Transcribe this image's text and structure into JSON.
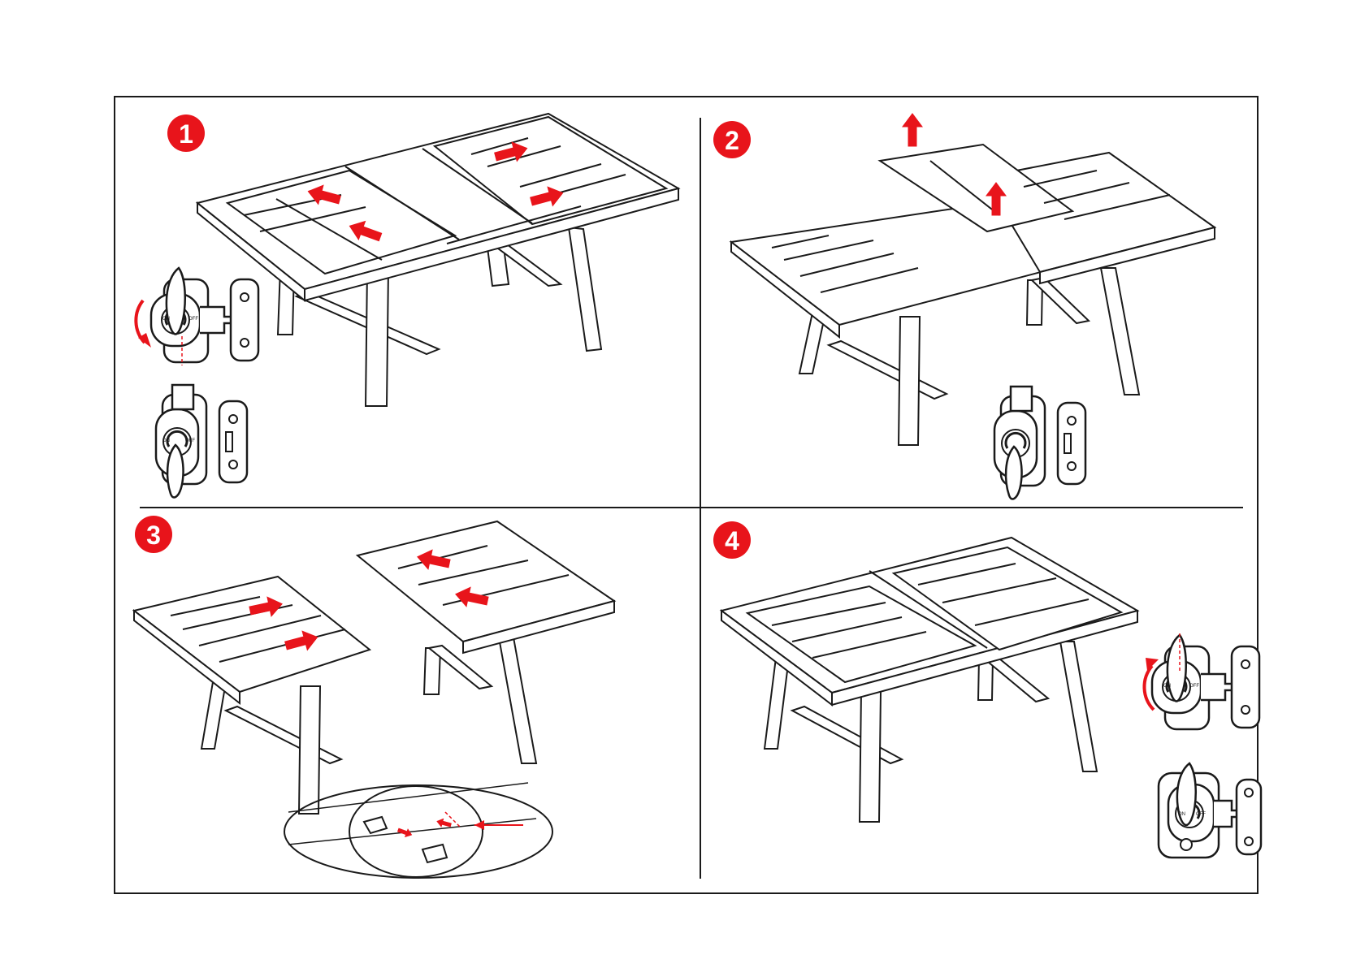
{
  "colors": {
    "accent": "#e8141b",
    "line": "#1a1a1a",
    "background": "#ffffff"
  },
  "steps": [
    {
      "number": "1"
    },
    {
      "number": "2"
    },
    {
      "number": "3"
    },
    {
      "number": "4"
    }
  ],
  "latch_labels": {
    "on": "ON",
    "off": "OFF"
  }
}
